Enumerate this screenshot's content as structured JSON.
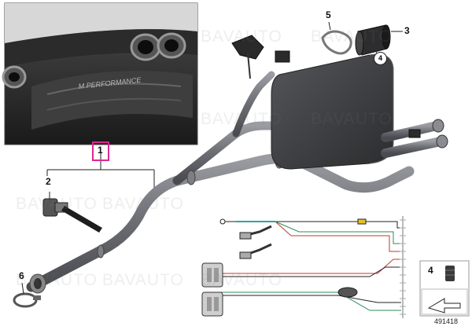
{
  "callouts": {
    "c1": "1",
    "c2": "2",
    "c3": "3",
    "c4": "4",
    "c5": "5",
    "c6": "6",
    "c4b": "4"
  },
  "photo_text": "M PERFORMANCE",
  "watermark": "BAVAUTO",
  "reference_number": "491418",
  "colors": {
    "highlight": "#e0268f",
    "pipe": "#6e7076",
    "muffler": "#3a3b3e",
    "wire_red": "#c0392b",
    "wire_green": "#2e8b57",
    "wire_teal": "#33a1a1",
    "wire_yellow": "#e6c229"
  }
}
